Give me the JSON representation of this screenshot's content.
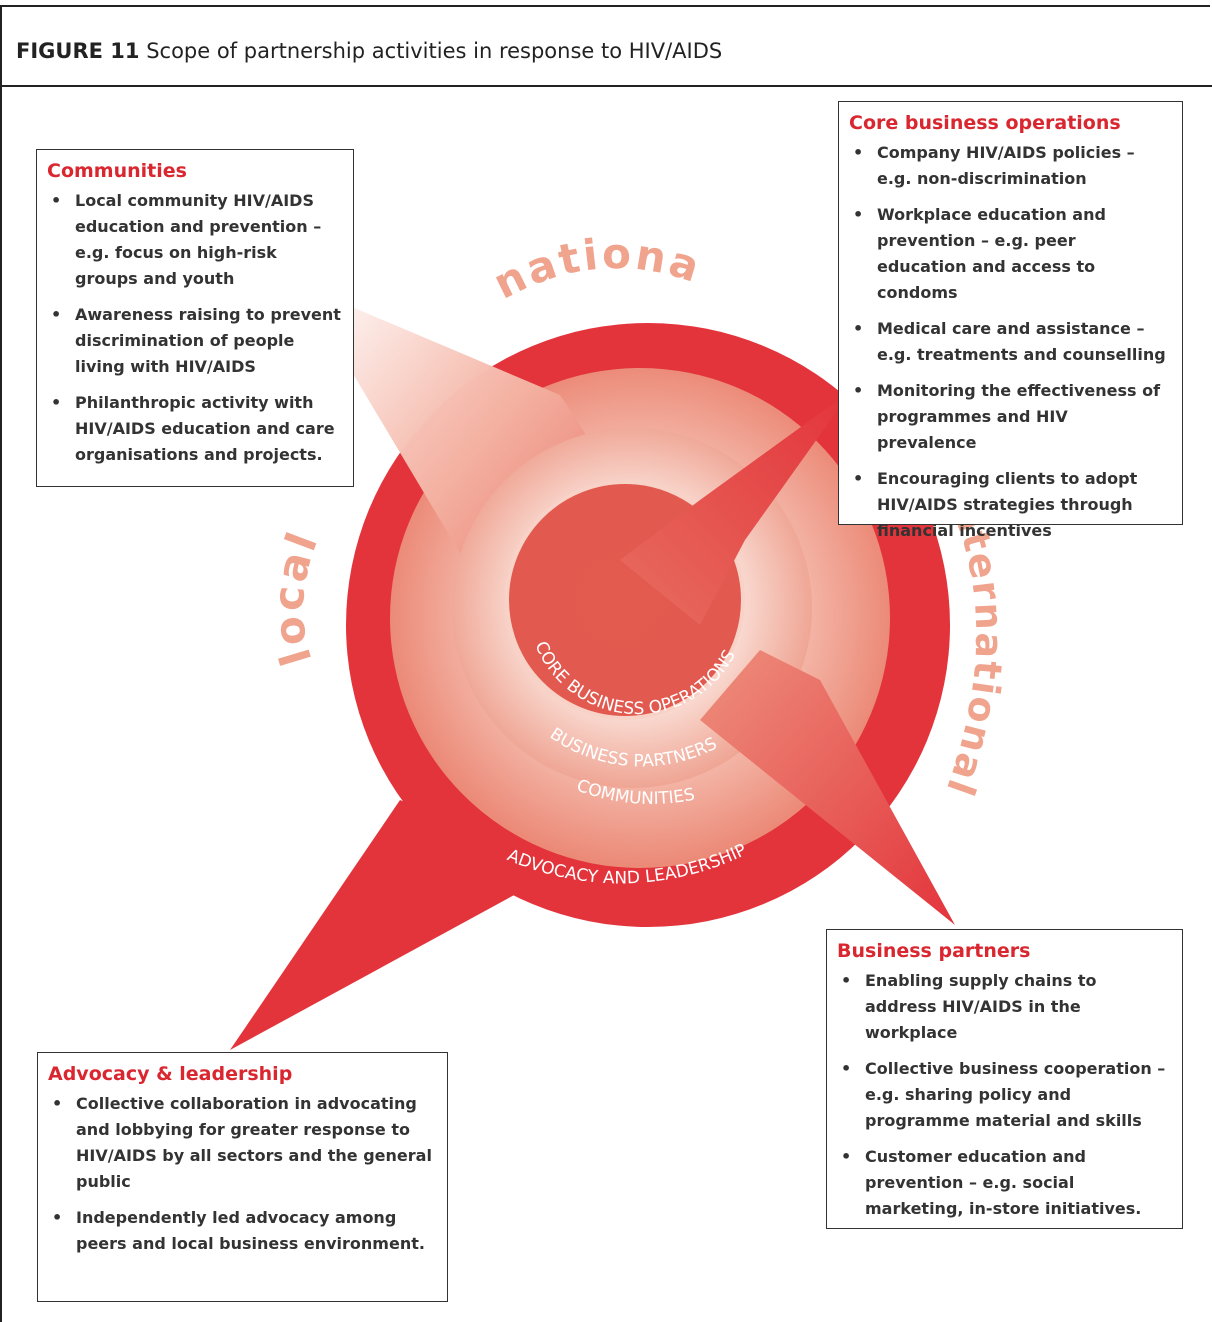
{
  "header": {
    "label": "FIGURE 11",
    "title": "Scope of partnership activities in response to HIV/AIDS"
  },
  "diagram": {
    "outer_labels": {
      "national": "national",
      "local": "local",
      "international": "international"
    },
    "ring_labels": {
      "core": "CORE BUSINESS OPERATIONS",
      "partners": "BUSINESS PARTNERS",
      "communities": "COMMUNITIES",
      "advocacy": "ADVOCACY AND LEADERSHIP"
    },
    "colors": {
      "red": "#e3343b",
      "light": "#f2ad98",
      "text_label": "#f0a38d"
    }
  },
  "boxes": {
    "communities": {
      "title": "Communities",
      "items": [
        "Local community HIV/AIDS education and prevention – e.g. focus on high-risk groups and youth",
        "Awareness raising to prevent discrimination of people living with HIV/AIDS",
        "Philanthropic activity with HIV/AIDS education and care organisations and projects."
      ]
    },
    "core": {
      "title": "Core business operations",
      "items": [
        "Company HIV/AIDS policies – e.g. non-discrimination",
        "Workplace education and prevention – e.g. peer education and access to condoms",
        "Medical care and assistance – e.g. treatments and counselling",
        "Monitoring the effectiveness of programmes and HIV prevalence",
        "Encouraging clients to adopt HIV/AIDS strategies through financial incentives"
      ]
    },
    "partners": {
      "title": "Business partners",
      "items": [
        "Enabling supply chains to address HIV/AIDS in the workplace",
        "Collective business cooperation – e.g. sharing policy and programme material and skills",
        "Customer education and prevention – e.g. social marketing, in-store initiatives."
      ]
    },
    "advocacy": {
      "title": "Advocacy & leadership",
      "items": [
        "Collective collaboration in advocating and lobbying for greater response to HIV/AIDS by all sectors and the general public",
        "Independently led advocacy among peers and local business environment."
      ]
    }
  }
}
